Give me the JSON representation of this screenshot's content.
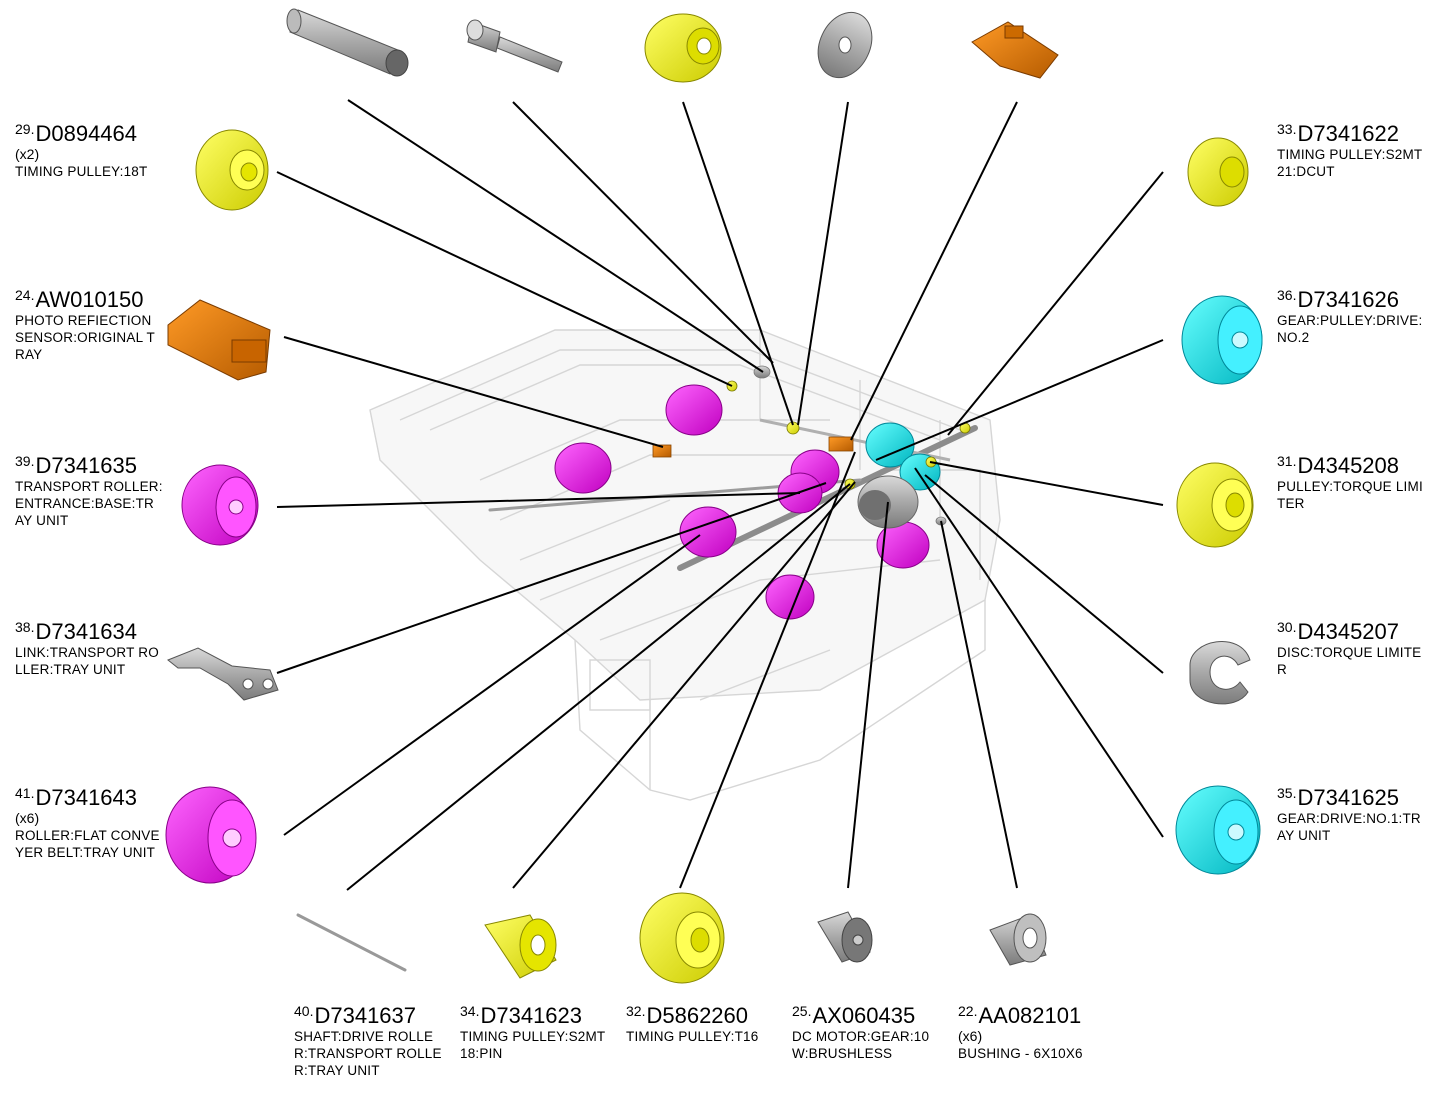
{
  "parts": [
    {
      "num": "29.",
      "code": "D0894464",
      "qty": "(x2)",
      "desc": "TIMING PULLEY:18T"
    },
    {
      "num": "24.",
      "code": "AW010150",
      "qty": "",
      "desc": "PHOTO REFIECTION SENSOR:ORIGINAL TRAY"
    },
    {
      "num": "39.",
      "code": "D7341635",
      "qty": "",
      "desc": "TRANSPORT ROLLER:ENTRANCE:BASE:TRAY UNIT"
    },
    {
      "num": "38.",
      "code": "D7341634",
      "qty": "",
      "desc": "LINK:TRANSPORT ROLLER:TRAY UNIT"
    },
    {
      "num": "41.",
      "code": "D7341643",
      "qty": "(x6)",
      "desc": "ROLLER:FLAT CONVEYER BELT:TRAY UNIT"
    },
    {
      "num": "33.",
      "code": "D7341622",
      "qty": "",
      "desc": "TIMING PULLEY:S2MT21:DCUT"
    },
    {
      "num": "36.",
      "code": "D7341626",
      "qty": "",
      "desc": "GEAR:PULLEY:DRIVE:NO.2"
    },
    {
      "num": "31.",
      "code": "D4345208",
      "qty": "",
      "desc": "PULLEY:TORQUE LIMITER"
    },
    {
      "num": "30.",
      "code": "D4345207",
      "qty": "",
      "desc": "DISC:TORQUE LIMITER"
    },
    {
      "num": "35.",
      "code": "D7341625",
      "qty": "",
      "desc": "GEAR:DRIVE:NO.1:TRAY UNIT"
    },
    {
      "num": "40.",
      "code": "D7341637",
      "qty": "",
      "desc": "SHAFT:DRIVE ROLLER:TRANSPORT ROLLER:TRAY UNIT"
    },
    {
      "num": "34.",
      "code": "D7341623",
      "qty": "",
      "desc": "TIMING PULLEY:S2MT18:PIN"
    },
    {
      "num": "32.",
      "code": "D5862260",
      "qty": "",
      "desc": "TIMING PULLEY:T16"
    },
    {
      "num": "25.",
      "code": "AX060435",
      "qty": "",
      "desc": "DC MOTOR:GEAR:10W:BRUSHLESS"
    },
    {
      "num": "22.",
      "code": "AA082101",
      "qty": "(x6)",
      "desc": "BUSHING - 6X10X6"
    }
  ],
  "colors": {
    "yellow": "#eeee00",
    "magenta": "#ee00ee",
    "cyan": "#00e5ee",
    "orange": "#e07a00",
    "gray": "#a6a6a6",
    "line": "#000000"
  }
}
